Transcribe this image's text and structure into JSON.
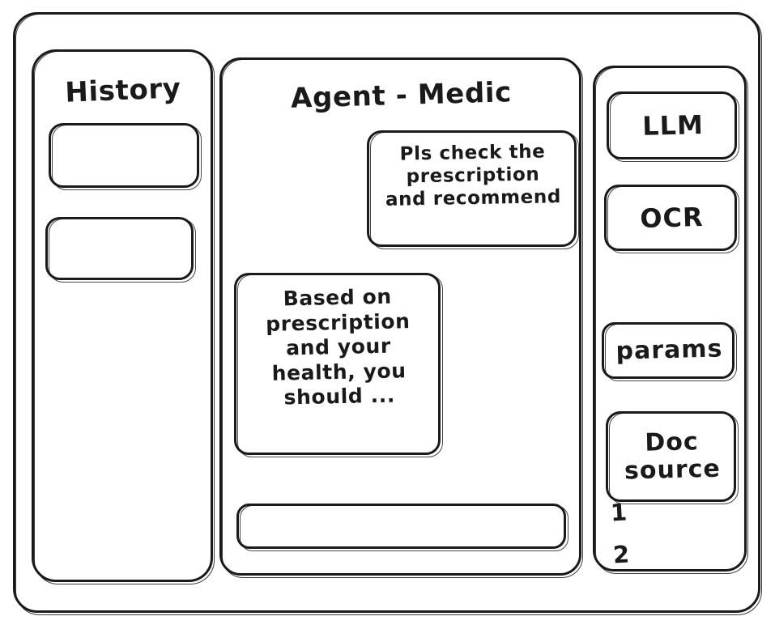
{
  "window": {
    "frame_name": "app-window"
  },
  "sidebar_history": {
    "title": "History",
    "items": [
      {
        "label": ""
      },
      {
        "label": ""
      }
    ]
  },
  "main": {
    "title": "Agent - Medic",
    "messages": [
      {
        "role": "user",
        "text": "Pls check the\nprescription\nand recommend"
      },
      {
        "role": "agent",
        "text": "Based on\nprescription\nand your\nhealth, you\nshould ..."
      }
    ],
    "composer": {
      "value": "",
      "placeholder": ""
    }
  },
  "tools_panel": {
    "items": [
      {
        "label": "LLM"
      },
      {
        "label": "OCR"
      },
      {
        "label": "params"
      },
      {
        "label": "Doc\nsource"
      }
    ],
    "doc_sources": [
      {
        "index": "1"
      },
      {
        "index": "2"
      }
    ]
  },
  "colors": {
    "stroke": "#1a1a1a",
    "background": "#ffffff"
  }
}
